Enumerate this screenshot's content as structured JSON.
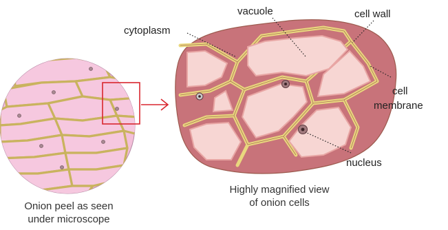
{
  "labels": {
    "cytoplasm": "cytoplasm",
    "vacuole": "vacuole",
    "cell_wall": "cell wall",
    "cell_membrane_line1": "cell",
    "cell_membrane_line2": "membrane",
    "nucleus": "nucleus"
  },
  "captions": {
    "left_line1": "Onion peel as seen",
    "left_line2": "under microscope",
    "right_line1": "Highly magnified view",
    "right_line2": "of onion cells"
  },
  "colors": {
    "cell_wall": "#e9d77e",
    "cell_wall_edge": "#9c5a4e",
    "cytoplasm": "#c8737a",
    "vacuole": "#f7d6d3",
    "membrane_glow": "#e8a6a4",
    "peel_fill": "#f3bfd9",
    "highlight_box": "#d9262e",
    "arrow": "#d9262e"
  }
}
